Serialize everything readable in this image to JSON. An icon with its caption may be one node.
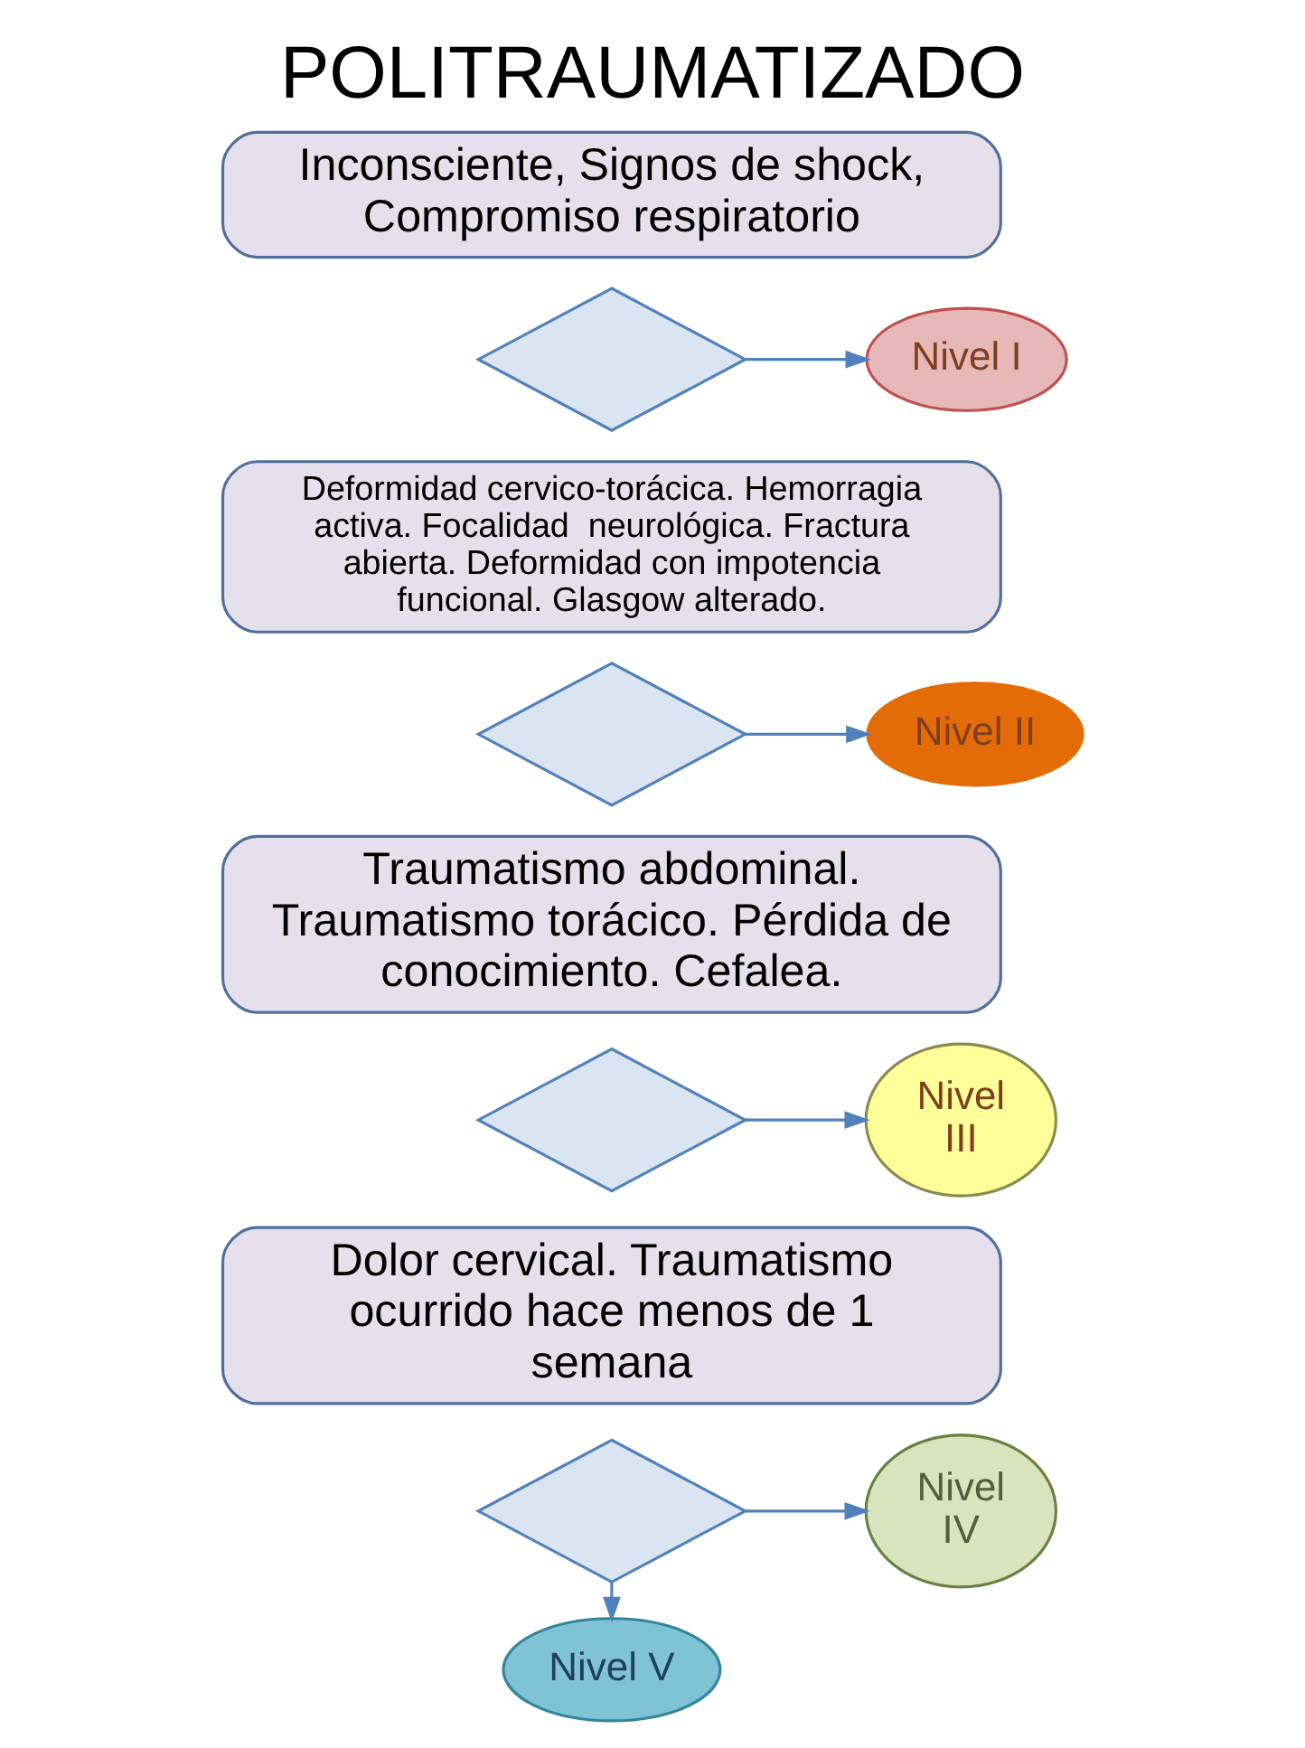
{
  "diagram": {
    "title": "POLITRAUMATIZADO",
    "nodes": [
      {
        "text": [
          "Inconsciente, Signos de shock, Compromiso respiratorio"
        ]
      },
      {
        "text": [],
        "shape": "diamond"
      },
      {
        "text": [
          "Nivel I"
        ]
      },
      {
        "text": [
          "Deformidad cervico-torácica. Hemorragia activa. Focalidad  neurológica. Fractura abierta. Deformidad con impotencia funcional. Glasgow alterado."
        ]
      },
      {
        "text": [],
        "shape": "diamond"
      },
      {
        "text": [
          "Nivel II"
        ]
      },
      {
        "text": [
          "Traumatismo abdominal. Traumatismo torácico. Pérdida de conocimiento. Cefalea."
        ]
      },
      {
        "text": [],
        "shape": "diamond"
      },
      {
        "text": [
          "Nivel III"
        ]
      },
      {
        "text": [
          "Dolor cervical. Traumatismo ocurrido hace menos de 1 semana"
        ]
      },
      {
        "text": [],
        "shape": "diamond"
      },
      {
        "text": [
          "Nivel IV"
        ]
      },
      {
        "text": [
          "Nivel V"
        ]
      }
    ],
    "edges": [
      {
        "from": 1,
        "to": 2,
        "arrow": "to"
      },
      {
        "from": 4,
        "to": 5,
        "arrow": "to"
      },
      {
        "from": 7,
        "to": 8,
        "arrow": "to"
      },
      {
        "from": 10,
        "to": 11,
        "arrow": "to"
      },
      {
        "from": 10,
        "to": 12,
        "arrow": "to"
      }
    ]
  }
}
